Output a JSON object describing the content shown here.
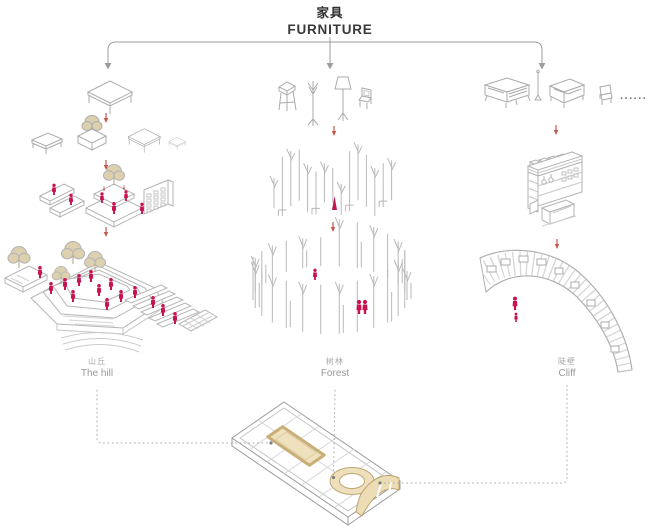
{
  "title": {
    "zh": "家具",
    "en": "FURNITURE"
  },
  "columns": [
    {
      "id": "hill",
      "label_zh": "山丘",
      "label_en": "The hill",
      "stage1_icons": [
        "coffee-table"
      ],
      "stage2_icons": [
        "bench",
        "tree-planter",
        "side-table",
        "stool"
      ],
      "stage3_icons": [
        "stepped-benches",
        "tree-terrace",
        "perforated-wall"
      ],
      "result": "hill-structure"
    },
    {
      "id": "forest",
      "label_zh": "树林",
      "label_en": "Forest",
      "stage1_icons": [
        "high-stool",
        "coat-rack",
        "floor-lamp",
        "chair"
      ],
      "stage2": "forest-cluster",
      "result": "forest-circle"
    },
    {
      "id": "cliff",
      "label_zh": "陡壁",
      "label_en": "Cliff",
      "stage1_icons": [
        "sideboard",
        "pendant-lamp",
        "sofa",
        "armchair"
      ],
      "ellipsis": "......",
      "stage2": "castle-wall-unit",
      "result": "cliff-wall"
    }
  ],
  "plan": {
    "zones": [
      "hill-zone",
      "forest-ring",
      "cliff-curve"
    ]
  },
  "colors": {
    "accent_red": "#c9134f",
    "arrow_red": "#c4564b",
    "beige_fill": "#efe1bd",
    "beige_line": "#c9ae78",
    "tree_fill": "#ddd0ae",
    "line_gray": "#b3b3b3",
    "text_dark": "#333333",
    "text_gray": "#9a9a9a"
  }
}
